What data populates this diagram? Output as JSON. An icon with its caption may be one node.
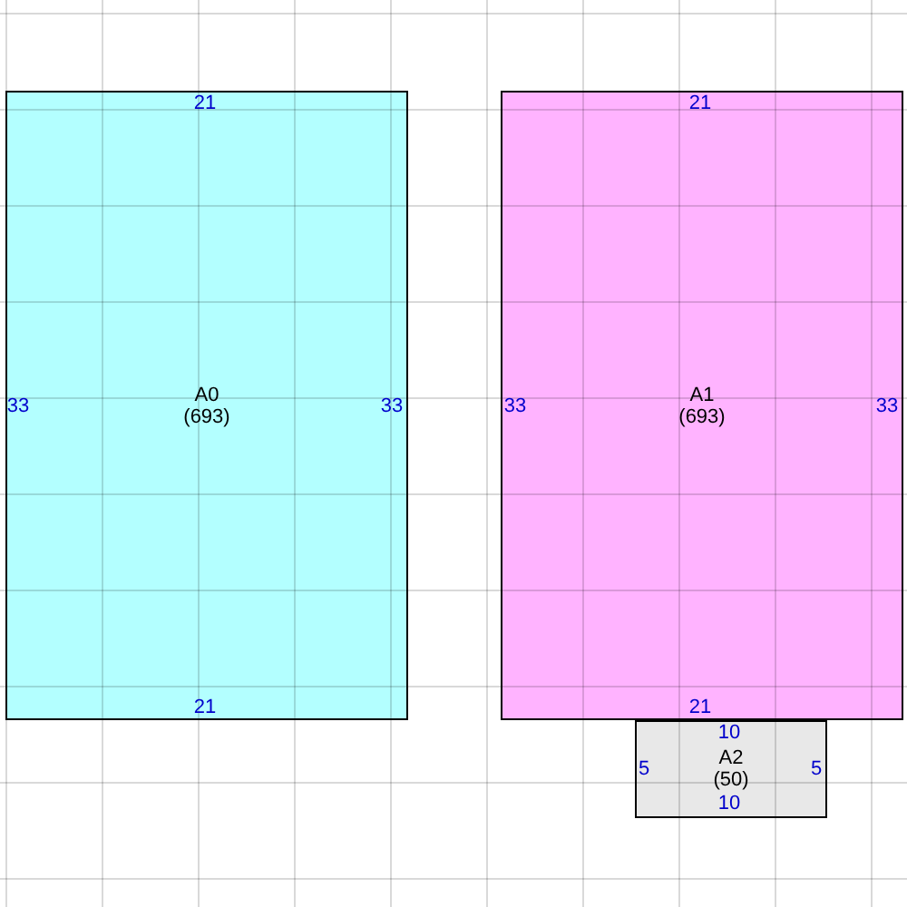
{
  "diagram": {
    "nodes": [
      {
        "text": [
          "A0",
          "(693)"
        ]
      },
      {
        "text": [
          "A1",
          "(693)"
        ]
      },
      {
        "text": [
          "A2",
          "(50)"
        ]
      }
    ],
    "labels": [
      "21",
      "21",
      "33",
      "33",
      "33",
      "33",
      "21",
      "21",
      "10",
      "5",
      "5",
      "10"
    ]
  }
}
